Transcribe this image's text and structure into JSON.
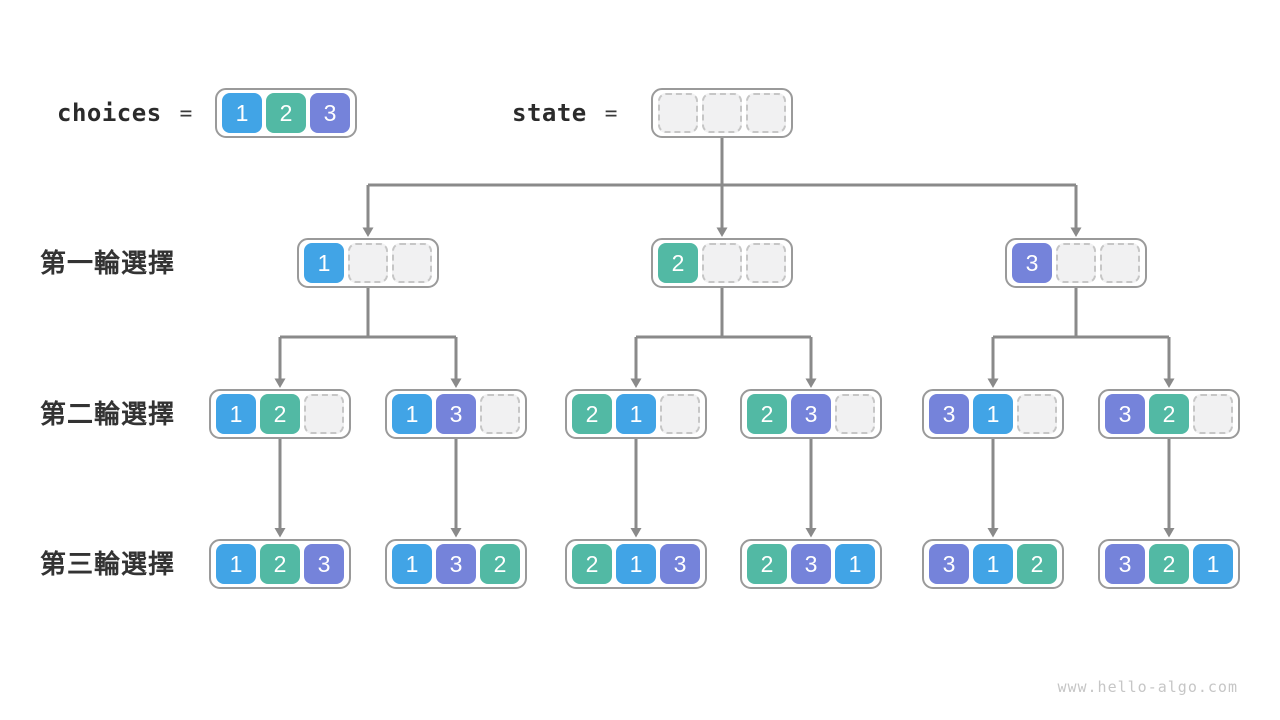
{
  "header": {
    "choices_label": "choices",
    "state_label": "state",
    "equals": "=",
    "choices_cells": [
      "1",
      "2",
      "3"
    ],
    "state_cells": [
      "",
      "",
      ""
    ]
  },
  "rows": [
    {
      "label": "第一輪選擇",
      "nodes": [
        [
          "1",
          "",
          ""
        ],
        [
          "2",
          "",
          ""
        ],
        [
          "3",
          "",
          ""
        ]
      ]
    },
    {
      "label": "第二輪選擇",
      "nodes": [
        [
          "1",
          "2",
          ""
        ],
        [
          "1",
          "3",
          ""
        ],
        [
          "2",
          "1",
          ""
        ],
        [
          "2",
          "3",
          ""
        ],
        [
          "3",
          "1",
          ""
        ],
        [
          "3",
          "2",
          ""
        ]
      ]
    },
    {
      "label": "第三輪選擇",
      "nodes": [
        [
          "1",
          "2",
          "3"
        ],
        [
          "1",
          "3",
          "2"
        ],
        [
          "2",
          "1",
          "3"
        ],
        [
          "2",
          "3",
          "1"
        ],
        [
          "3",
          "1",
          "2"
        ],
        [
          "3",
          "2",
          "1"
        ]
      ]
    }
  ],
  "watermark": "www.hello-algo.com",
  "colors": {
    "1": "#41a4e6",
    "2": "#52b9a4",
    "3": "#7583da",
    "line": "#8a8a8a",
    "node_border": "#9a9a9a",
    "empty_fill": "#f1f1f2"
  }
}
